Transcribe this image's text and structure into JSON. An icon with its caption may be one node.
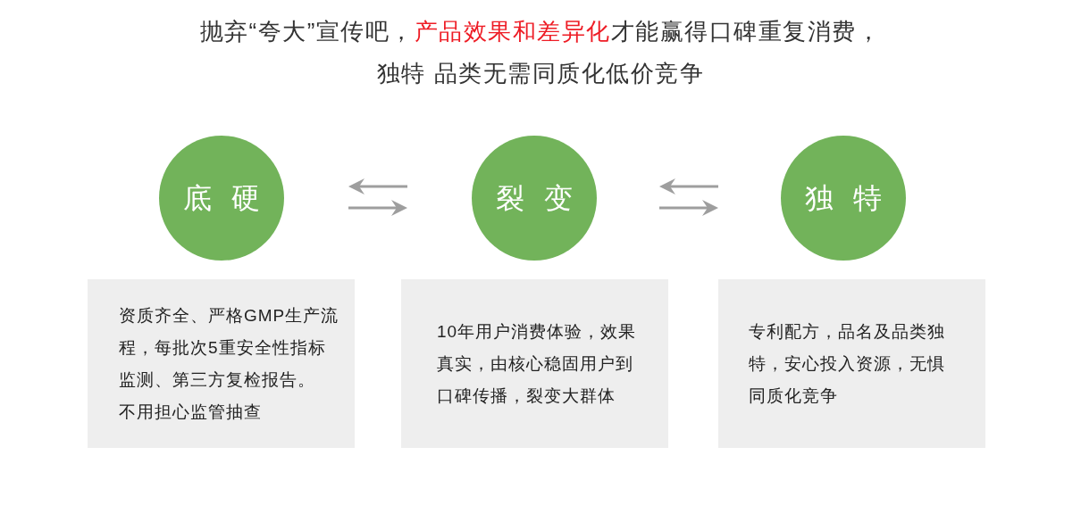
{
  "diagram": {
    "title": "抛弃“夸大”宣传吧，**产品效果和差异化**才能赢得口碑重复消费，",
    "nodes": [
      {
        "text": [
          "底硬"
        ]
      },
      {
        "text": [
          "裂变"
        ]
      },
      {
        "text": [
          "独特"
        ]
      },
      {
        "text": [
          "资质齐全、严格GMP生产流程，每批次5重安全性指标监测、第三方复检报告。",
          "不用担心监管抽查"
        ]
      },
      {
        "text": [
          "10年用户消费体验，效果真实，由核心稳固用户到口碑传播，裂变大群体"
        ]
      },
      {
        "text": [
          "专利配方，品名及品类独特，安心投入资源，无惧同质化竞争"
        ]
      }
    ],
    "edges": [
      {
        "from": 1,
        "to": 0,
        "arrow": "to"
      },
      {
        "from": 0,
        "to": 1,
        "arrow": "to"
      },
      {
        "from": 2,
        "to": 1,
        "arrow": "to"
      },
      {
        "from": 1,
        "to": 2,
        "arrow": "to"
      }
    ],
    "labels": [
      "独特 品类无需同质化低价竞争"
    ]
  }
}
